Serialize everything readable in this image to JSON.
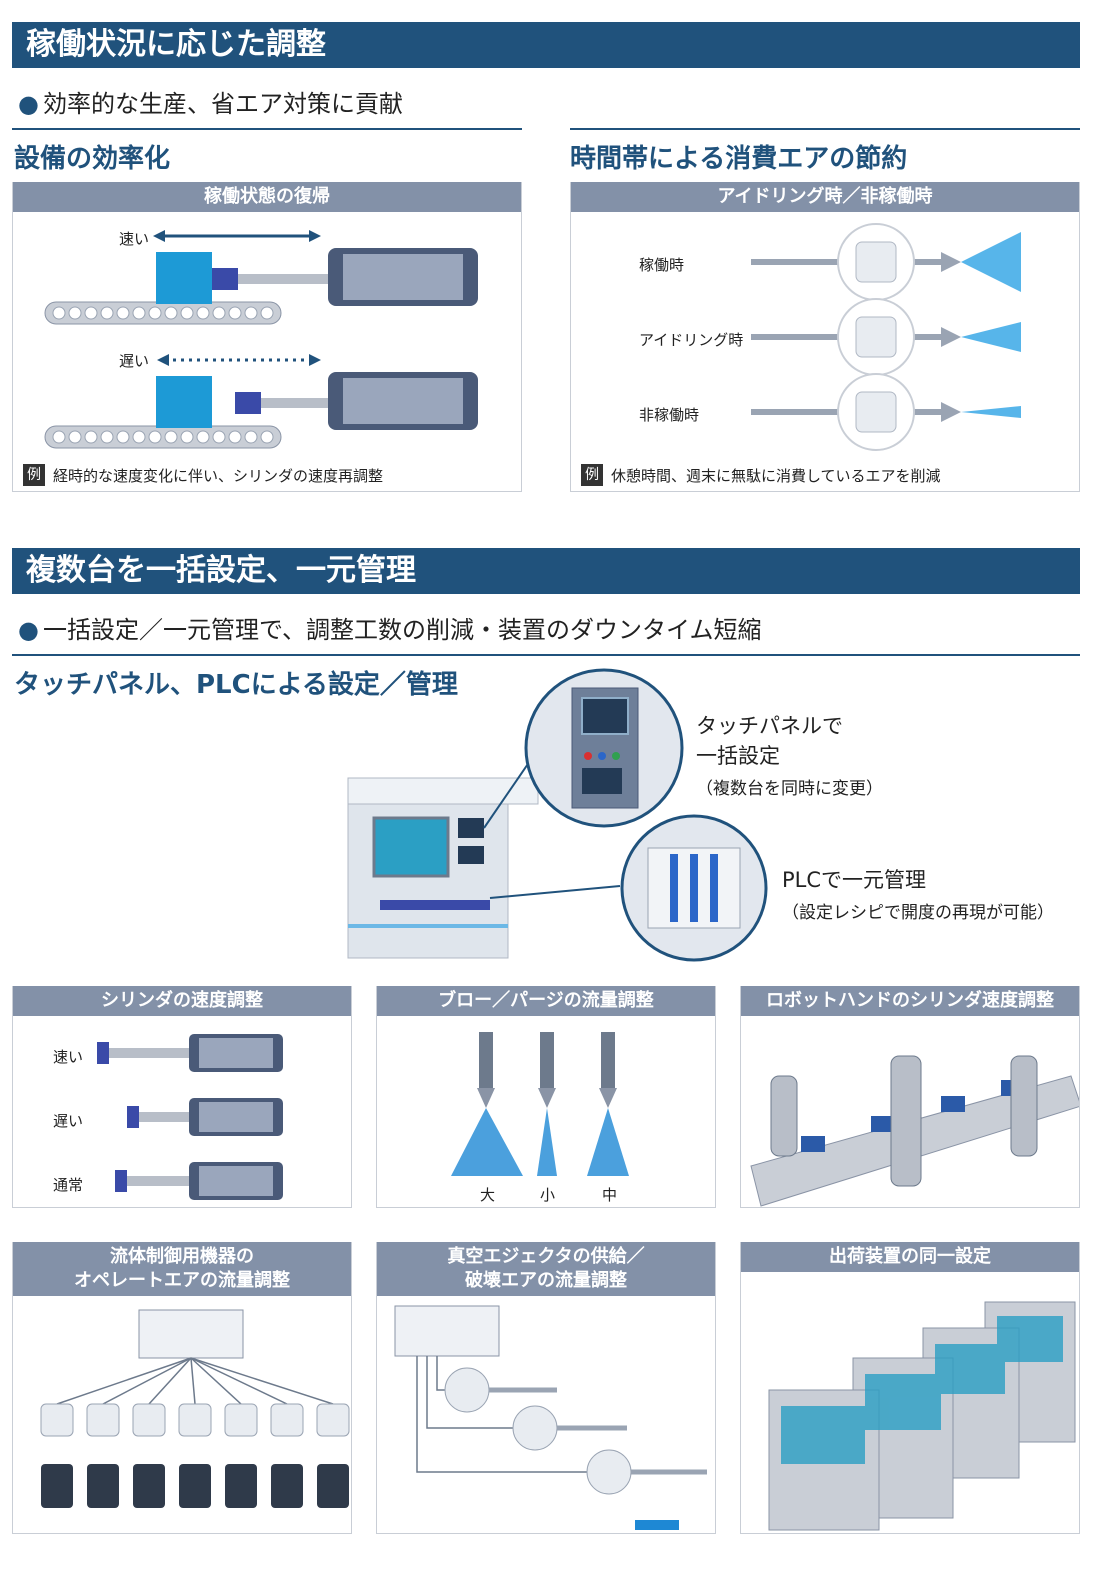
{
  "section1": {
    "header": "稼働状況に応じた調整",
    "bullet": "効率的な生産、省エア対策に貢献",
    "left": {
      "title": "設備の効率化",
      "panel_head": "稼働状態の復帰",
      "fast": "速い",
      "slow": "遅い",
      "ex_badge": "例",
      "ex_text": "経時的な速度変化に伴い、シリンダの速度再調整"
    },
    "right": {
      "title": "時間帯による消費エアの節約",
      "panel_head": "アイドリング時／非稼働時",
      "rows": [
        "稼働時",
        "アイドリング時",
        "非稼働時"
      ],
      "ex_badge": "例",
      "ex_text": "休憩時間、週末に無駄に消費しているエアを削減"
    }
  },
  "section2": {
    "header": "複数台を一括設定、一元管理",
    "bullet": "一括設定／一元管理で、調整工数の削減・装置のダウンタイム短縮",
    "sub_title": "タッチパネル、PLCによる設定／管理",
    "callout_touch": {
      "line1": "タッチパネルで",
      "line2": "一括設定",
      "note": "（複数台を同時に変更）"
    },
    "callout_plc": {
      "line1": "PLCで一元管理",
      "note": "（設定レシピで開度の再現が可能）"
    },
    "panels": {
      "cyl": {
        "head": "シリンダの速度調整",
        "labels": [
          "速い",
          "遅い",
          "通常"
        ]
      },
      "blow": {
        "head": "ブロー／パージの流量調整",
        "labels": [
          "大",
          "小",
          "中"
        ]
      },
      "robot": {
        "head": "ロボットハンドのシリンダ速度調整"
      },
      "fluid": {
        "head1": "流体制御用機器の",
        "head2": "オペレートエアの流量調整"
      },
      "vac": {
        "head1": "真空エジェクタの供給／",
        "head2": "破壊エアの流量調整"
      },
      "ship": {
        "head": "出荷装置の同一設定"
      }
    }
  },
  "colors": {
    "header": "#20527c",
    "panel_head": "#8391a8",
    "accent_blue": "#1e88d4"
  }
}
